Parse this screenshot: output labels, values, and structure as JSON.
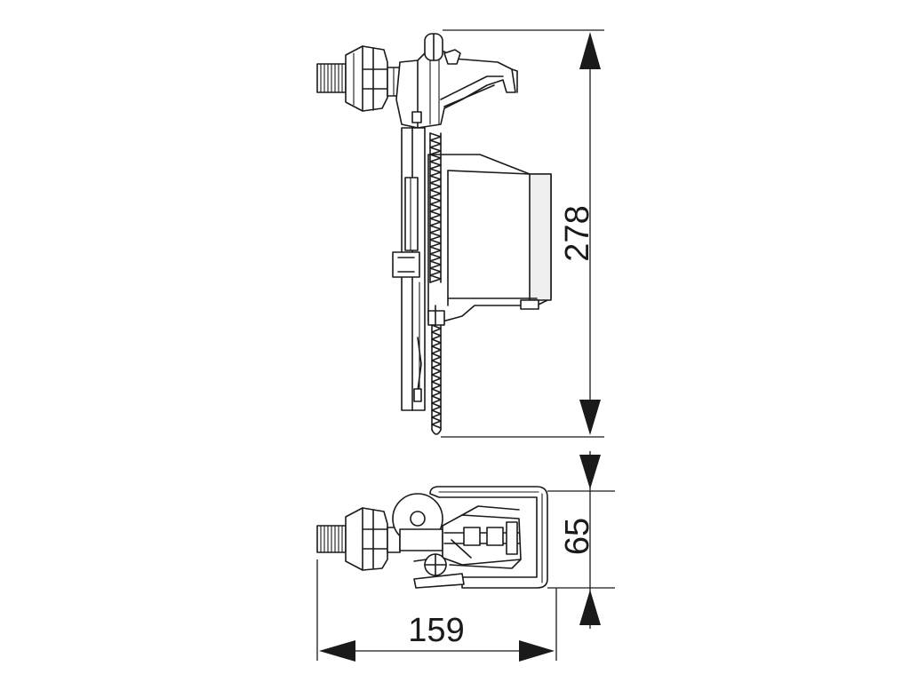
{
  "dimensions": {
    "height_label": "278",
    "depth_label": "65",
    "width_label": "159"
  },
  "colors": {
    "line": "#1a1a1a",
    "background": "#ffffff",
    "fill_light": "#efefef"
  }
}
